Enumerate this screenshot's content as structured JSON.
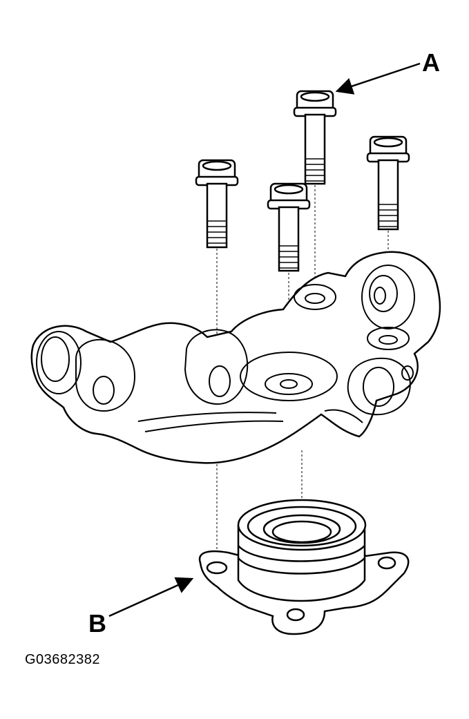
{
  "diagram": {
    "callouts": {
      "a": "A",
      "b": "B"
    },
    "figure_id": "G03682382",
    "colors": {
      "line": "#000000",
      "background": "#ffffff"
    }
  }
}
